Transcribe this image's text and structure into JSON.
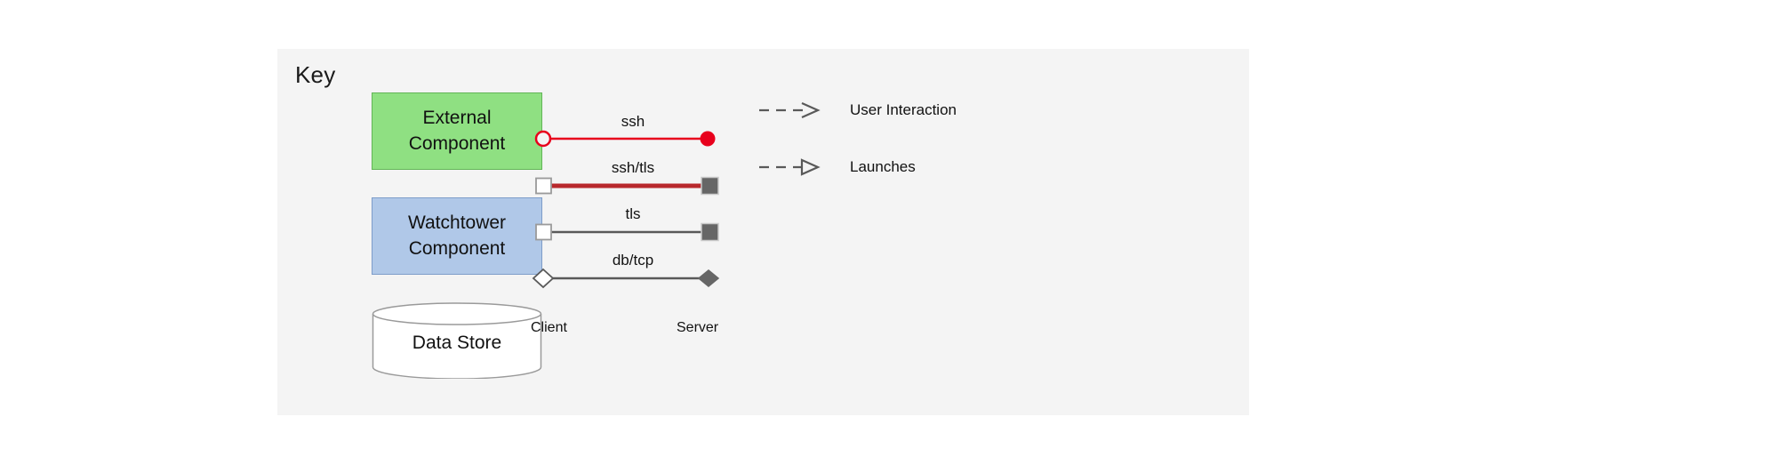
{
  "panel": {
    "title": "Key",
    "background": "#f4f4f4"
  },
  "shapes": [
    {
      "id": "external-component",
      "lines": [
        "External",
        "Component"
      ],
      "fill": "#8FE082",
      "stroke": "#63b558",
      "type": "rectangle"
    },
    {
      "id": "watchtower-component",
      "lines": [
        "Watchtower",
        "Component"
      ],
      "fill": "#B0C8E8",
      "stroke": "#7e9dc9",
      "type": "rectangle"
    },
    {
      "id": "data-store",
      "lines": [
        "Data Store"
      ],
      "fill": "#ffffff",
      "stroke": "#9a9a9a",
      "type": "cylinder"
    }
  ],
  "connectors": {
    "client_label": "Client",
    "server_label": "Server",
    "rows": [
      {
        "id": "ssh",
        "label": "ssh",
        "line_color": "#e8001c",
        "line_width": 2.5,
        "start_marker": "open-circle",
        "end_marker": "filled-circle"
      },
      {
        "id": "ssh-tls",
        "label": "ssh/tls",
        "line_color": "#b8282c",
        "line_width": 5,
        "start_marker": "open-square",
        "end_marker": "filled-square"
      },
      {
        "id": "tls",
        "label": "tls",
        "line_color": "#595959",
        "line_width": 2.5,
        "start_marker": "open-square",
        "end_marker": "filled-square"
      },
      {
        "id": "db-tcp",
        "label": "db/tcp",
        "line_color": "#595959",
        "line_width": 2.5,
        "start_marker": "open-diamond",
        "end_marker": "filled-diamond"
      }
    ]
  },
  "arrow_legend": {
    "rows": [
      {
        "id": "user-interaction",
        "label": "User Interaction",
        "style": "dashed",
        "arrowhead": "open-v",
        "color": "#595959"
      },
      {
        "id": "launches",
        "label": "Launches",
        "style": "dashed",
        "arrowhead": "hollow-triangle",
        "color": "#595959"
      }
    ]
  }
}
